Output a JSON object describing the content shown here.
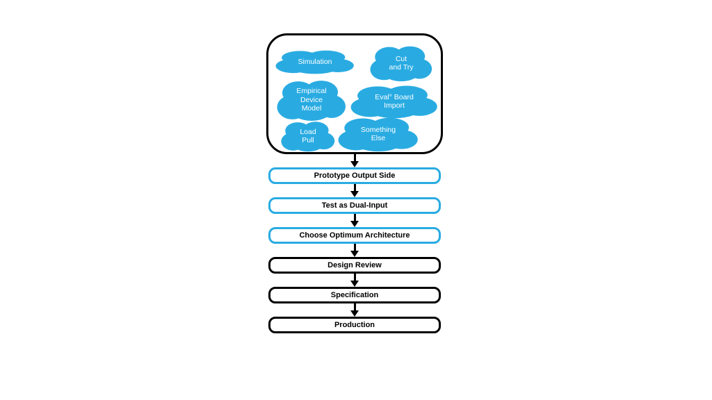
{
  "diagram": {
    "colors": {
      "cloud_blue": "#29ABE2",
      "accent_blue": "#29ABE2",
      "outline_black": "#000000"
    },
    "clouds": [
      {
        "name": "simulation",
        "label": "Simulation"
      },
      {
        "name": "cut-and-try",
        "label": "Cut\nand Try"
      },
      {
        "name": "empirical-device-model",
        "label": "Empirical\nDevice\nModel"
      },
      {
        "name": "eval-board-import",
        "label": "Eval° Board\nImport"
      },
      {
        "name": "load-pull",
        "label": "Load\nPull"
      },
      {
        "name": "something-else",
        "label": "Something\nElse"
      }
    ],
    "steps": [
      {
        "label": "Prototype Output Side",
        "style": "blue"
      },
      {
        "label": "Test as Dual-Input",
        "style": "blue"
      },
      {
        "label": "Choose Optimum Architecture",
        "style": "blue"
      },
      {
        "label": "Design Review",
        "style": "black"
      },
      {
        "label": "Specification",
        "style": "black"
      },
      {
        "label": "Production",
        "style": "black"
      }
    ]
  }
}
